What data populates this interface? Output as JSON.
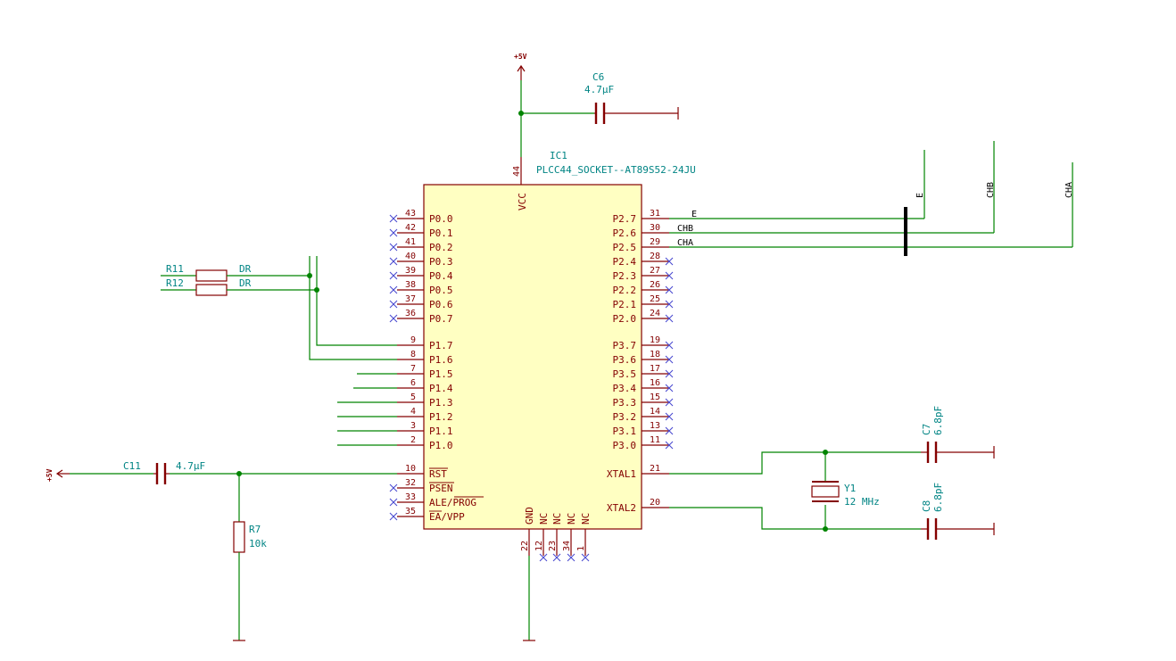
{
  "ic": {
    "ref": "IC1",
    "value": "PLCC44_SOCKET--AT89S52-24JU",
    "vcc_label": "VCC",
    "vcc_pin": "44",
    "left_pins": [
      {
        "name": "P0.0",
        "num": "43"
      },
      {
        "name": "P0.1",
        "num": "42"
      },
      {
        "name": "P0.2",
        "num": "41"
      },
      {
        "name": "P0.3",
        "num": "40"
      },
      {
        "name": "P0.4",
        "num": "39"
      },
      {
        "name": "P0.5",
        "num": "38"
      },
      {
        "name": "P0.6",
        "num": "37"
      },
      {
        "name": "P0.7",
        "num": "36"
      },
      {
        "name": "P1.7",
        "num": "9"
      },
      {
        "name": "P1.6",
        "num": "8"
      },
      {
        "name": "P1.5",
        "num": "7"
      },
      {
        "name": "P1.4",
        "num": "6"
      },
      {
        "name": "P1.3",
        "num": "5"
      },
      {
        "name": "P1.2",
        "num": "4"
      },
      {
        "name": "P1.1",
        "num": "3"
      },
      {
        "name": "P1.0",
        "num": "2"
      },
      {
        "name": "RST",
        "num": "10"
      },
      {
        "name": "PSEN",
        "num": "32"
      },
      {
        "name": "ALE/PROG",
        "num": "33"
      },
      {
        "name": "EA/VPP",
        "num": "35"
      }
    ],
    "right_pins": [
      {
        "name": "P2.7",
        "num": "31"
      },
      {
        "name": "P2.6",
        "num": "30"
      },
      {
        "name": "P2.5",
        "num": "29"
      },
      {
        "name": "P2.4",
        "num": "28"
      },
      {
        "name": "P2.3",
        "num": "27"
      },
      {
        "name": "P2.2",
        "num": "26"
      },
      {
        "name": "P2.1",
        "num": "25"
      },
      {
        "name": "P2.0",
        "num": "24"
      },
      {
        "name": "P3.7",
        "num": "19"
      },
      {
        "name": "P3.6",
        "num": "18"
      },
      {
        "name": "P3.5",
        "num": "17"
      },
      {
        "name": "P3.4",
        "num": "16"
      },
      {
        "name": "P3.3",
        "num": "15"
      },
      {
        "name": "P3.2",
        "num": "14"
      },
      {
        "name": "P3.1",
        "num": "13"
      },
      {
        "name": "P3.0",
        "num": "11"
      },
      {
        "name": "XTAL1",
        "num": "21"
      },
      {
        "name": "XTAL2",
        "num": "20"
      }
    ],
    "bottom_pins": [
      {
        "name": "GND",
        "num": "22"
      },
      {
        "name": "NC",
        "num": "12"
      },
      {
        "name": "NC",
        "num": "23"
      },
      {
        "name": "NC",
        "num": "34"
      },
      {
        "name": "NC",
        "num": "1"
      }
    ]
  },
  "components": {
    "c6": {
      "ref": "C6",
      "value": "4.7µF"
    },
    "c11": {
      "ref": "C11",
      "value": "4.7µF"
    },
    "c7": {
      "ref": "C7",
      "value": "6.8pF"
    },
    "c8": {
      "ref": "C8",
      "value": "6.8pF"
    },
    "r7": {
      "ref": "R7",
      "value": "10k"
    },
    "r11": {
      "ref": "R11",
      "value": "DR"
    },
    "r12": {
      "ref": "R12",
      "value": "DR"
    },
    "y1": {
      "ref": "Y1",
      "value": "12 MHz"
    }
  },
  "power": {
    "vcc_top": "+5V",
    "vcc_left": "+5V"
  },
  "nets": {
    "e": "E",
    "chb": "CHB",
    "cha": "CHA"
  }
}
